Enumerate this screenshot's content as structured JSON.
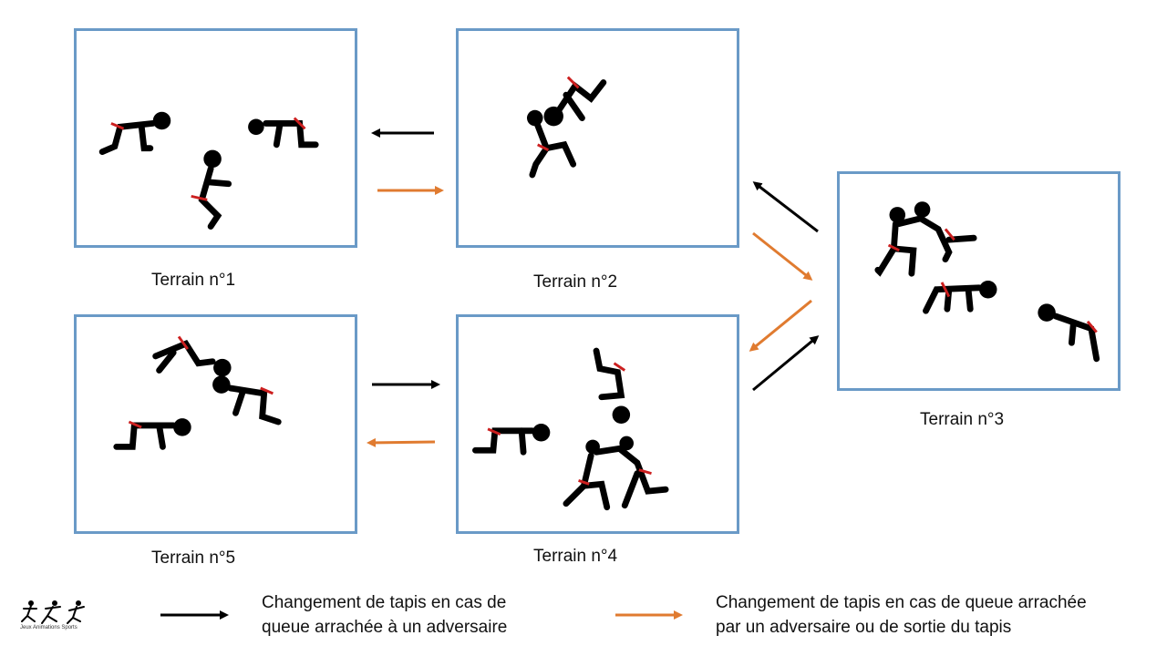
{
  "colors": {
    "field_border": "#6a9ac7",
    "figure": "#000000",
    "belt": "#cc1f1f",
    "arrow_win": "#000000",
    "arrow_loss": "#e07b30"
  },
  "fields": [
    {
      "id": "1",
      "label": "Terrain n°1"
    },
    {
      "id": "2",
      "label": "Terrain n°2"
    },
    {
      "id": "3",
      "label": "Terrain n°3"
    },
    {
      "id": "4",
      "label": "Terrain n°4"
    },
    {
      "id": "5",
      "label": "Terrain n°5"
    }
  ],
  "legend": {
    "win_line1": "Changement de tapis en cas de",
    "win_line2": "queue arrachée à un adversaire",
    "loss_line1": "Changement de tapis en cas de queue arrachée",
    "loss_line2": "par un adversaire ou de sortie du tapis"
  },
  "logo": {
    "icon": "jeux-animations-sports-logo",
    "text": "Jeux Animations Sports"
  }
}
